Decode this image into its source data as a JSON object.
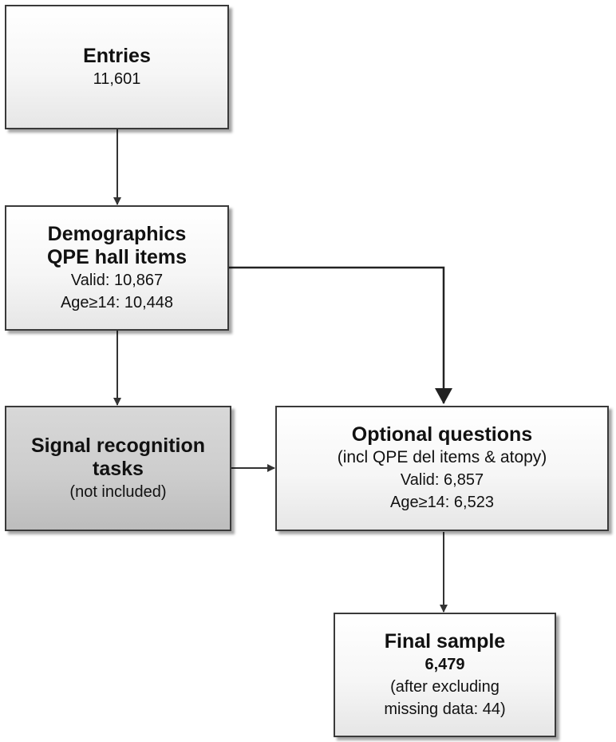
{
  "entries": {
    "title": "Entries",
    "count": "11,601"
  },
  "demographics": {
    "title_line1": "Demographics",
    "title_line2": "QPE hall items",
    "valid": "Valid: 10,867",
    "age": "Age≥14: 10,448"
  },
  "signal": {
    "title_line1": "Signal recognition",
    "title_line2": "tasks",
    "note": "(not included)"
  },
  "optional": {
    "title": "Optional questions",
    "subtitle": "(incl QPE del items & atopy)",
    "valid": "Valid: 6,857",
    "age": "Age≥14: 6,523"
  },
  "final": {
    "title": "Final sample",
    "count": "6,479",
    "note_line1": "(after excluding",
    "note_line2": "missing data: 44)"
  },
  "colors": {
    "box_fill": "#f2f2f2",
    "box_fill_grey": "#cdcdcd",
    "border": "#3a3a3a",
    "arrow": "#333333"
  }
}
